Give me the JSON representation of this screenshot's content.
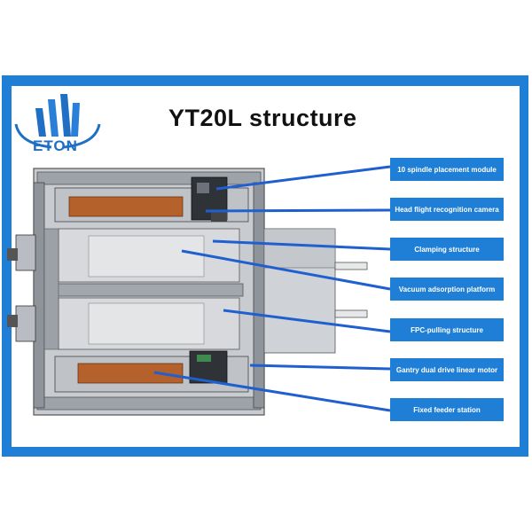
{
  "logo": {
    "brand": "ETON",
    "icon": "eton-logo-icon"
  },
  "title": "YT20L structure",
  "colors": {
    "frame": "#1f7fd6",
    "label_bg": "#1f7fd6",
    "leader": "#1f5fd0"
  },
  "labels": [
    "10 spindle placement module",
    "Head flight recognition camera",
    "Clamping structure",
    "Vacuum adsorption platform",
    "FPC-pulling structure",
    "Gantry dual drive linear motor",
    "Fixed feeder station"
  ]
}
